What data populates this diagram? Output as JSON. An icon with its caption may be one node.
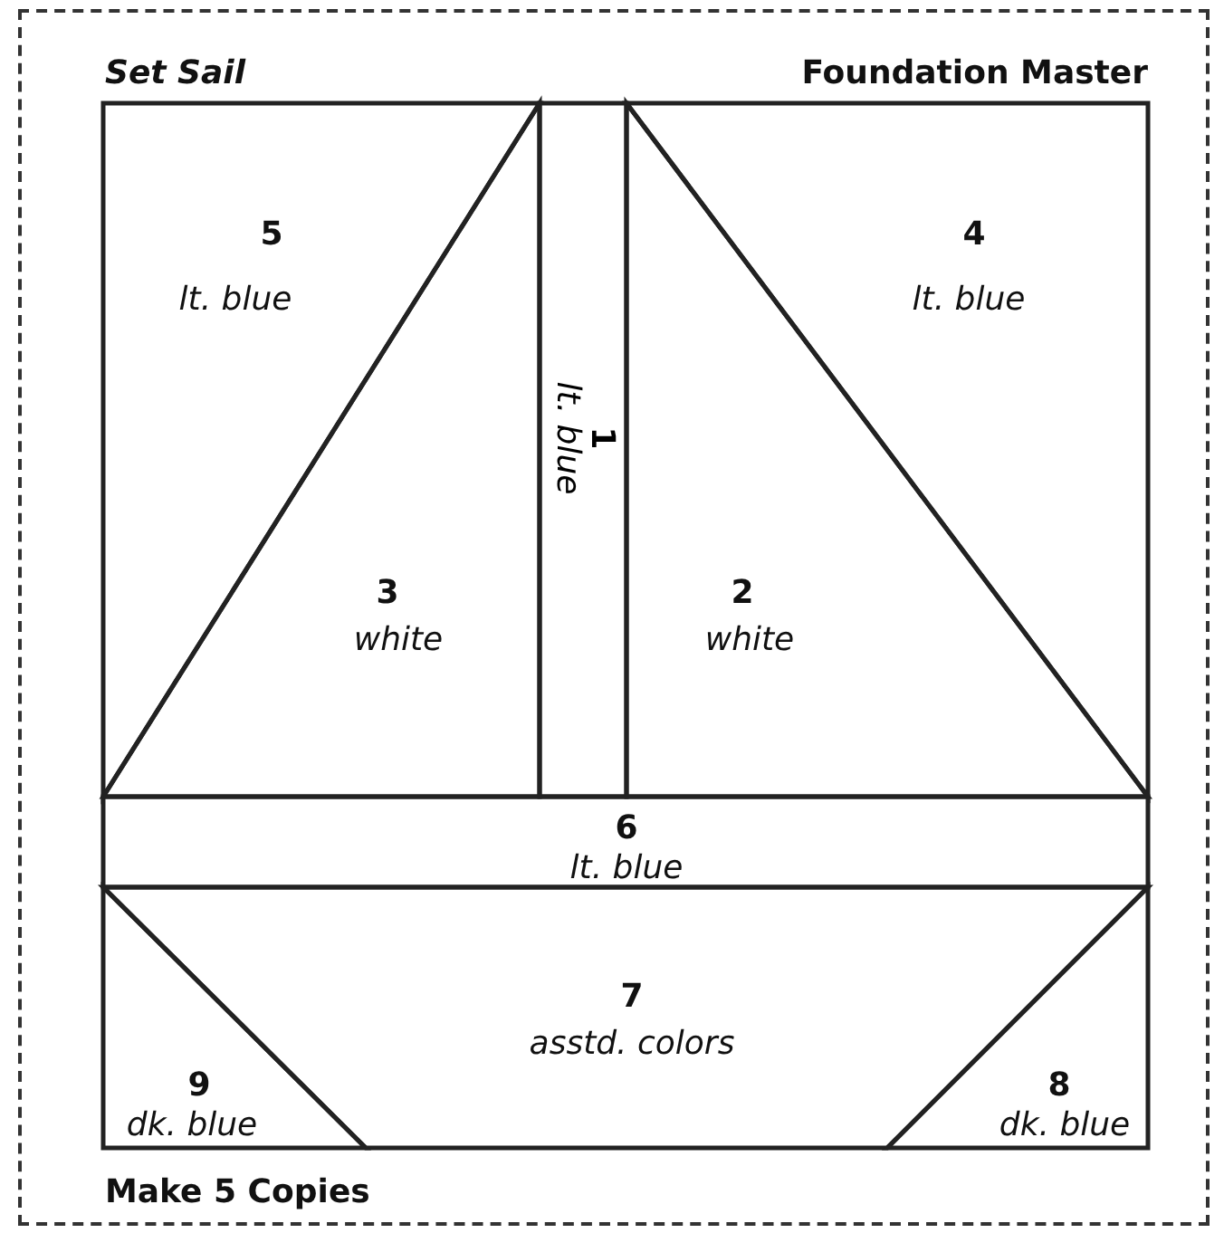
{
  "diagram": {
    "title": "Set Sail",
    "nodes": [
      {
        "text": [
          "5",
          "lt. blue"
        ]
      },
      {
        "text": [
          "4",
          "lt. blue"
        ]
      },
      {
        "text": [
          "1",
          "lt. blue"
        ]
      },
      {
        "text": [
          "3",
          "white"
        ]
      },
      {
        "text": [
          "2",
          "white"
        ]
      },
      {
        "text": [
          "6",
          "lt. blue"
        ]
      },
      {
        "text": [
          "7",
          "asstd. colors"
        ]
      },
      {
        "text": [
          "9",
          "dk. blue"
        ]
      },
      {
        "text": [
          "8",
          "dk. blue"
        ]
      }
    ],
    "labels": [
      "Foundation Master",
      "Make 5 Copies"
    ]
  }
}
